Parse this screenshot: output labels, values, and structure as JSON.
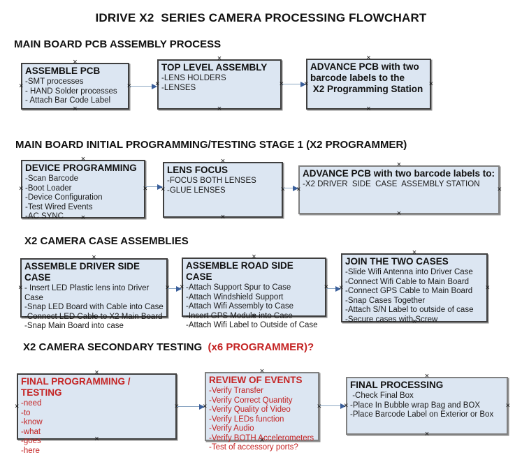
{
  "title": "IDRIVE X2  SERIES CAMERA PROCESSING FLOWCHART",
  "colors": {
    "box_fill": "#dce6f2",
    "box_border_dark": "#3f3f3f",
    "box_border_gray": "#808080",
    "arrow_shaft": "#8ba6c2",
    "arrow_head": "#3a5f9b",
    "red_text": "#c42323",
    "heading_text": "#111111"
  },
  "sections": [
    {
      "heading": "MAIN BOARD PCB ASSEMBLY PROCESS",
      "boxes": [
        {
          "title": "ASSEMBLE PCB",
          "lines": [
            "-SMT processes",
            "- HAND Solder processes",
            "- Attach Bar Code Label"
          ]
        },
        {
          "title": "TOP LEVEL ASSEMBLY",
          "lines": [
            "-LENS HOLDERS",
            "-LENSES"
          ]
        },
        {
          "title": "ADVANCE PCB with two\nbarcode labels to the\n X2 Programming Station",
          "lines": []
        }
      ]
    },
    {
      "heading": "MAIN BOARD INITIAL PROGRAMMING/TESTING STAGE 1 (X2 PROGRAMMER)",
      "boxes": [
        {
          "title": "DEVICE PROGRAMMING",
          "lines": [
            "-Scan Barcode",
            "-Boot Loader",
            "-Device Configuration",
            "-Test Wired Events",
            "-AC SYNC"
          ]
        },
        {
          "title": "LENS FOCUS",
          "lines": [
            "-FOCUS BOTH LENSES",
            "-GLUE LENSES"
          ]
        },
        {
          "title": "ADVANCE PCB with two barcode labels to:",
          "lines": [
            "-X2 DRIVER  SIDE  CASE  ASSEMBLY STATION"
          ]
        }
      ]
    },
    {
      "heading": "X2 CAMERA CASE ASSEMBLIES",
      "boxes": [
        {
          "title": "ASSEMBLE DRIVER SIDE CASE",
          "lines": [
            "- Insert LED Plastic lens into Driver Case",
            "-Snap LED Board with Cable into Case",
            "-Connect LED Cable to X2 Main Board",
            "-Snap Main Board into case"
          ]
        },
        {
          "title": "ASSEMBLE ROAD SIDE CASE",
          "lines": [
            "-Attach Support Spur to Case",
            "-Attach Windshield Support",
            "-Attach Wifi Assembly to Case",
            "-Insert GPS Module into Case",
            "-Attach Wifi Label to Outside of Case"
          ]
        },
        {
          "title": "JOIN THE TWO CASES",
          "lines": [
            "-Slide Wifi Antenna into Driver Case",
            "-Connect Wifi Cable to Main Board",
            "-Connect GPS Cable to Main Board",
            "-Snap Cases Together",
            "-Attach S/N Label to outside of case",
            "-Secure cases with Screw"
          ]
        }
      ]
    },
    {
      "heading": "X2 CAMERA SECONDARY TESTING ",
      "heading_red": " (x6 PROGRAMMER)?",
      "boxes": [
        {
          "title": "FINAL PROGRAMMING / TESTING",
          "lines": [
            "-need",
            "-to",
            "-know",
            "-what",
            "-goes",
            "-here"
          ]
        },
        {
          "title": "REVIEW OF EVENTS",
          "lines": [
            "-Verify Transfer",
            "-Verify Correct Quantity",
            "-Verify Quality of Video",
            "-Verify LEDs function",
            "-Verify Audio",
            "-Verify BOTH Accelerometers",
            "-Test of accessory ports?"
          ]
        },
        {
          "title": "FINAL PROCESSING",
          "lines": [
            " -Check Final Box",
            "-Place In Bubble wrap Bag and BOX",
            "-Place Barcode Label on Exterior or Box"
          ]
        }
      ]
    }
  ]
}
